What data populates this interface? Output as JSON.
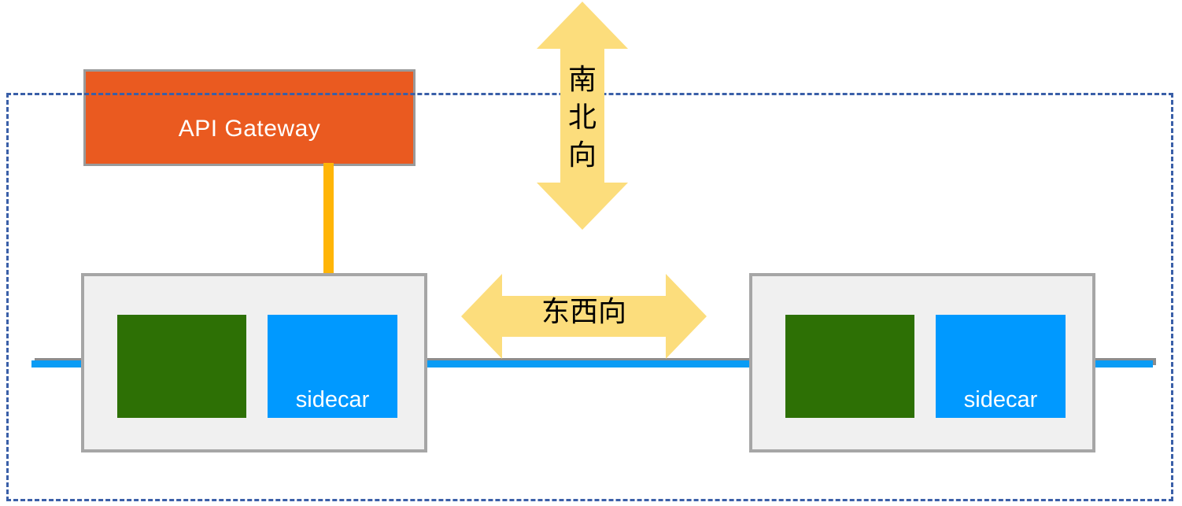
{
  "diagram": {
    "title": "Service Mesh traffic directions",
    "colors": {
      "gateway_fill": "#ea5a20",
      "gateway_border": "#9a9a9a",
      "pod_fill": "#f0f0f0",
      "pod_border": "#a6a6a6",
      "service_fill": "#2d7005",
      "sidecar_fill": "#0099ff",
      "mesh_line": "#0a9cf5",
      "connector": "#ffb507",
      "arrow_fill": "#fcdd7c",
      "cluster_dash": "#3a5fa8",
      "label_on_fill": "#ffffff",
      "label_dark": "#000000"
    },
    "cluster_boundary": {
      "name": "cluster-boundary",
      "style": "dashed"
    },
    "gateway": {
      "label": "API Gateway"
    },
    "connector": {
      "name": "gateway-to-sidecar-connector"
    },
    "mesh_line": {
      "name": "east-west-traffic-line"
    },
    "pods": [
      {
        "id": "pod-left",
        "service_label": "",
        "sidecar_label": "sidecar"
      },
      {
        "id": "pod-right",
        "service_label": "",
        "sidecar_label": "sidecar"
      }
    ],
    "arrows": [
      {
        "id": "north-south-arrow",
        "orientation": "vertical",
        "label": "南北向",
        "label_chars": [
          "南",
          "北",
          "向"
        ]
      },
      {
        "id": "east-west-arrow",
        "orientation": "horizontal",
        "label": "东西向"
      }
    ]
  }
}
